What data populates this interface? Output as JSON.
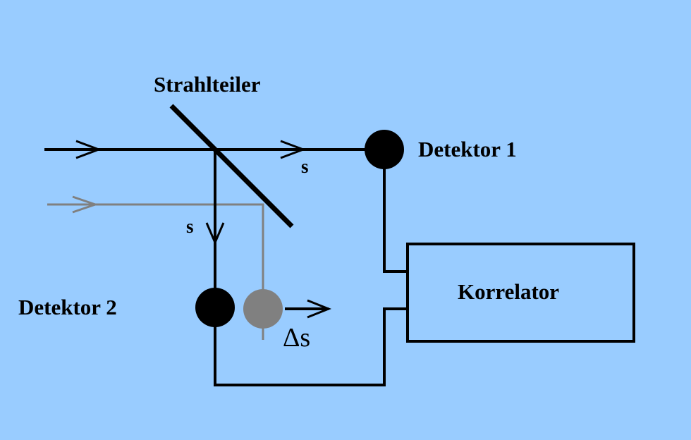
{
  "labels": {
    "beamsplitter": "Strahlteiler",
    "detector1": "Detektor 1",
    "detector2": "Detektor 2",
    "correlator": "Korrelator",
    "path_s_horizontal": "s",
    "path_s_vertical": "s",
    "delta_s": "Δs"
  },
  "colors": {
    "background": "#99ccff",
    "primary_line": "#000000",
    "shifted_line": "#808080"
  },
  "icons": {
    "detector1": "filled-circle",
    "detector2": "filled-circle",
    "detector2_shifted": "gray-circle",
    "arrows": "open-arrowhead"
  }
}
